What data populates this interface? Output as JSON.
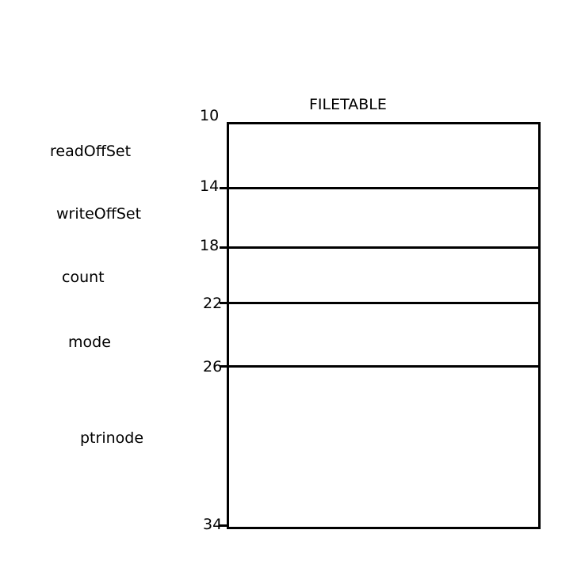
{
  "title": "FILETABLE",
  "fields": [
    {
      "name": "readOffSet",
      "start": 10,
      "end": 14
    },
    {
      "name": "writeOffSet",
      "start": 14,
      "end": 18
    },
    {
      "name": "count",
      "start": 18,
      "end": 22
    },
    {
      "name": "mode",
      "start": 22,
      "end": 26
    },
    {
      "name": "ptrinode",
      "start": 26,
      "end": 34
    }
  ],
  "offsets": [
    "10",
    "14",
    "18",
    "22",
    "26",
    "34"
  ]
}
